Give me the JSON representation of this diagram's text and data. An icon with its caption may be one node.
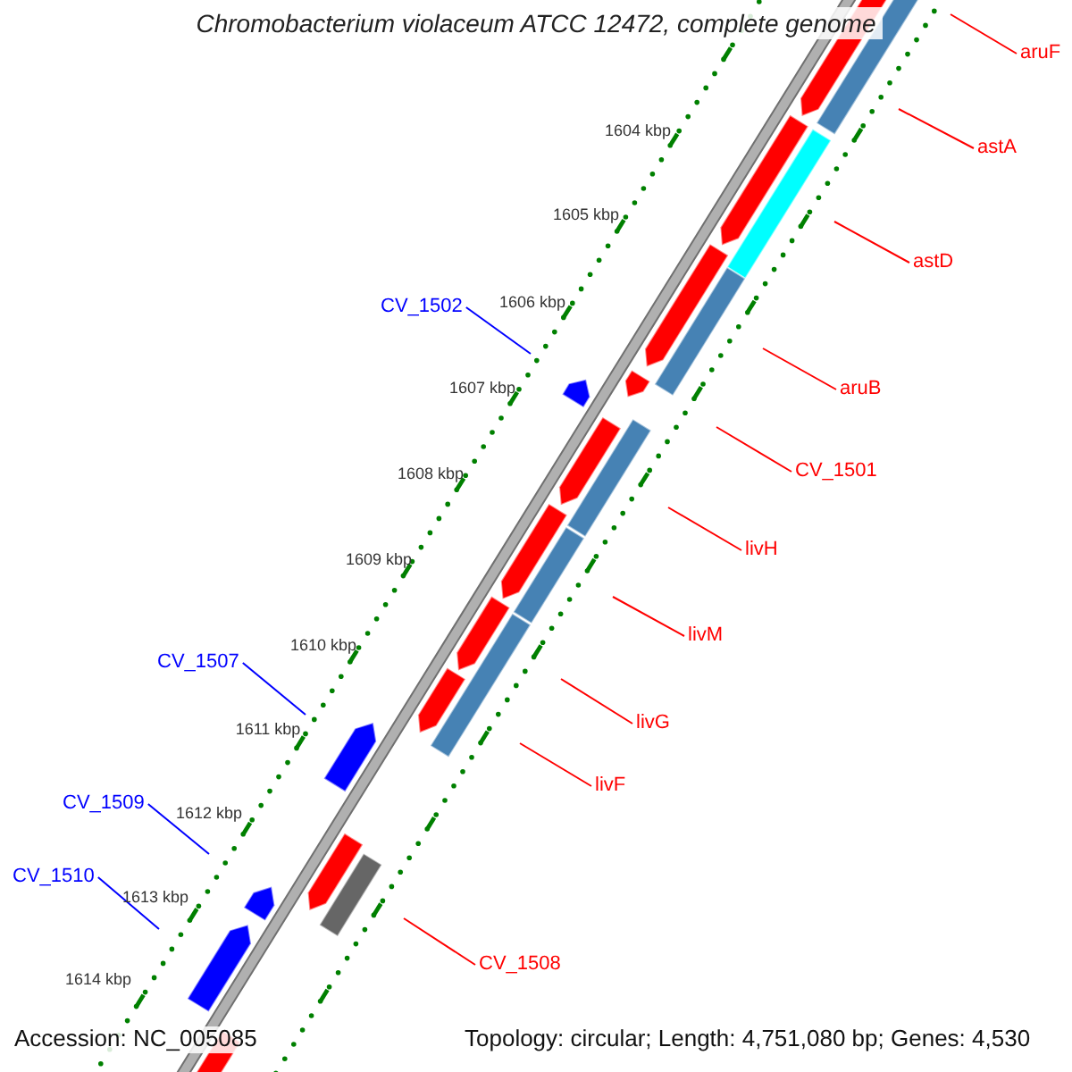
{
  "diagram": {
    "title": "Chromobacterium violaceum ATCC 12472, complete genome",
    "nodes": [
      {
        "text": [
          "aruF"
        ]
      },
      {
        "text": [
          "astA"
        ]
      },
      {
        "text": [
          "astD"
        ]
      },
      {
        "text": [
          "CV_1502"
        ]
      },
      {
        "text": [
          "aruB"
        ]
      },
      {
        "text": [
          "CV_1501"
        ]
      },
      {
        "text": [
          "livH"
        ]
      },
      {
        "text": [
          "livM"
        ]
      },
      {
        "text": [
          "CV_1507"
        ]
      },
      {
        "text": [
          "livG"
        ]
      },
      {
        "text": [
          "livF"
        ]
      },
      {
        "text": [
          "CV_1509"
        ]
      },
      {
        "text": [
          "CV_1510"
        ]
      },
      {
        "text": [
          "CV_1508"
        ]
      },
      {
        "text": [],
        "shape": "picture"
      }
    ],
    "edges": [
      {
        "from": 0,
        "to": 14,
        "arrow": "none"
      },
      {
        "from": 1,
        "to": 14,
        "arrow": "none"
      },
      {
        "from": 2,
        "to": 14,
        "arrow": "none"
      },
      {
        "from": 3,
        "to": 14,
        "arrow": "none",
        "color": "#0000ff"
      },
      {
        "from": 4,
        "to": 14,
        "arrow": "none"
      },
      {
        "from": 5,
        "to": 14,
        "arrow": "none"
      },
      {
        "from": 6,
        "to": 14,
        "arrow": "none"
      },
      {
        "from": 7,
        "to": 14,
        "arrow": "none"
      },
      {
        "from": 8,
        "to": 14,
        "arrow": "none",
        "color": "#0000ff"
      },
      {
        "from": 9,
        "to": 14,
        "arrow": "none"
      },
      {
        "from": 10,
        "to": 14,
        "arrow": "none"
      },
      {
        "from": 11,
        "to": 14,
        "arrow": "none",
        "color": "#0000ff"
      },
      {
        "from": 12,
        "to": 14,
        "arrow": "none",
        "color": "#0000ff"
      },
      {
        "from": 13,
        "to": 14,
        "arrow": "none"
      }
    ],
    "labels": [
      "1604 kbp",
      "1605 kbp",
      "1606 kbp",
      "1607 kbp",
      "1608 kbp",
      "1609 kbp",
      "1610 kbp",
      "1611 kbp",
      "1612 kbp",
      "1613 kbp",
      "1614 kbp",
      "Accession: NC_005085",
      "Topology: circular; Length: 4,751,080 bp; Genes: 4,530"
    ]
  }
}
